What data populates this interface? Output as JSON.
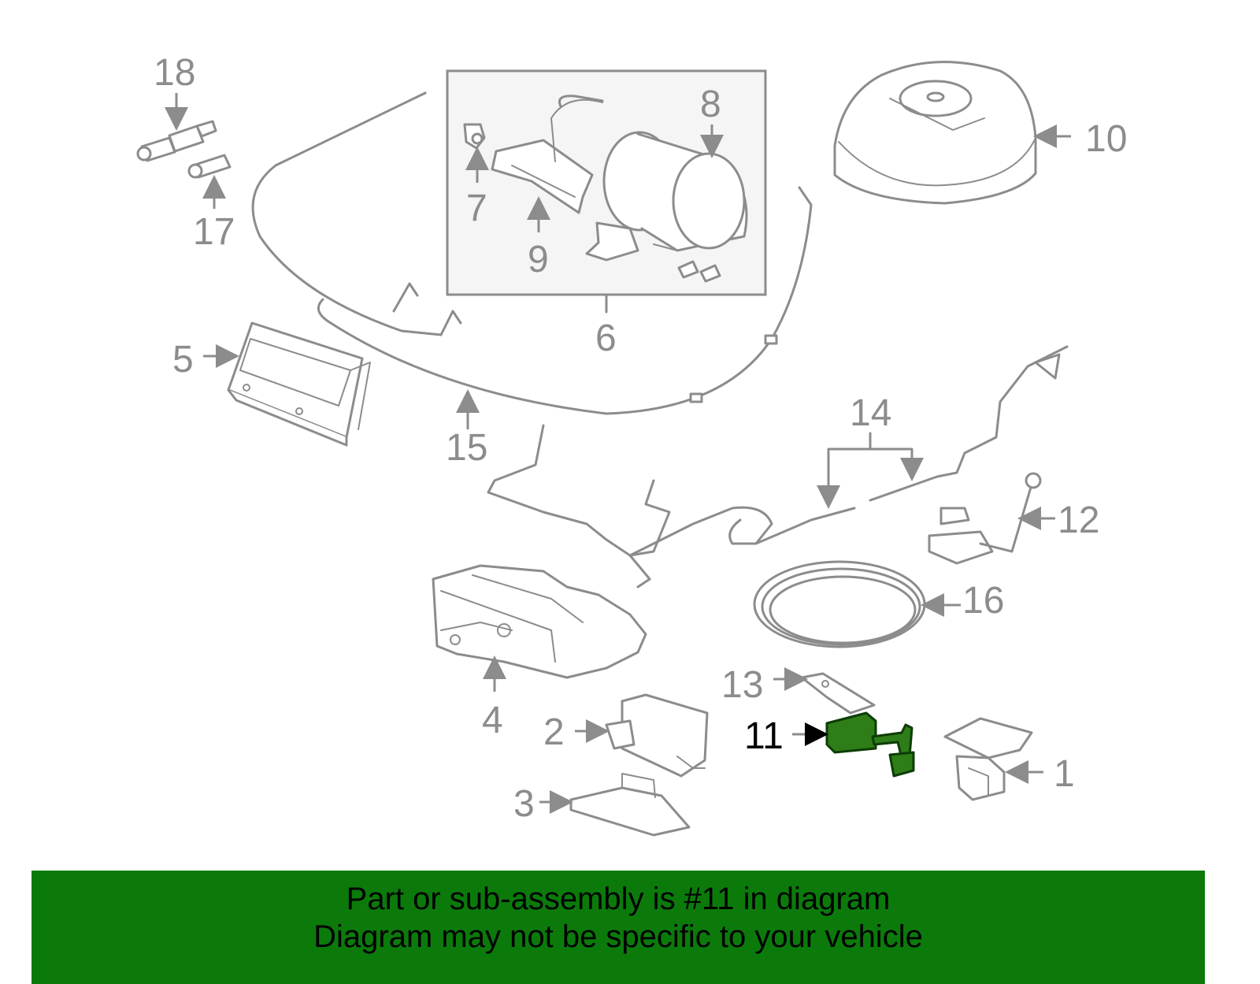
{
  "colors": {
    "line": "#8c8c8c",
    "highlight_part": "#2e7d18",
    "banner_background": "#0b7a0b",
    "banner_text": "#000000",
    "subassembly_box_fill": "#f5f5f5"
  },
  "callouts": {
    "c1": "1",
    "c2": "2",
    "c3": "3",
    "c4": "4",
    "c5": "5",
    "c6": "6",
    "c7": "7",
    "c8": "8",
    "c9": "9",
    "c10": "10",
    "c11": "11",
    "c12": "12",
    "c13": "13",
    "c14": "14",
    "c15": "15",
    "c16": "16",
    "c17": "17",
    "c18": "18"
  },
  "highlighted_callout": "11",
  "banner": {
    "line1": "Part or sub-assembly is #11 in diagram",
    "line2": "Diagram may not be specific to your vehicle"
  }
}
